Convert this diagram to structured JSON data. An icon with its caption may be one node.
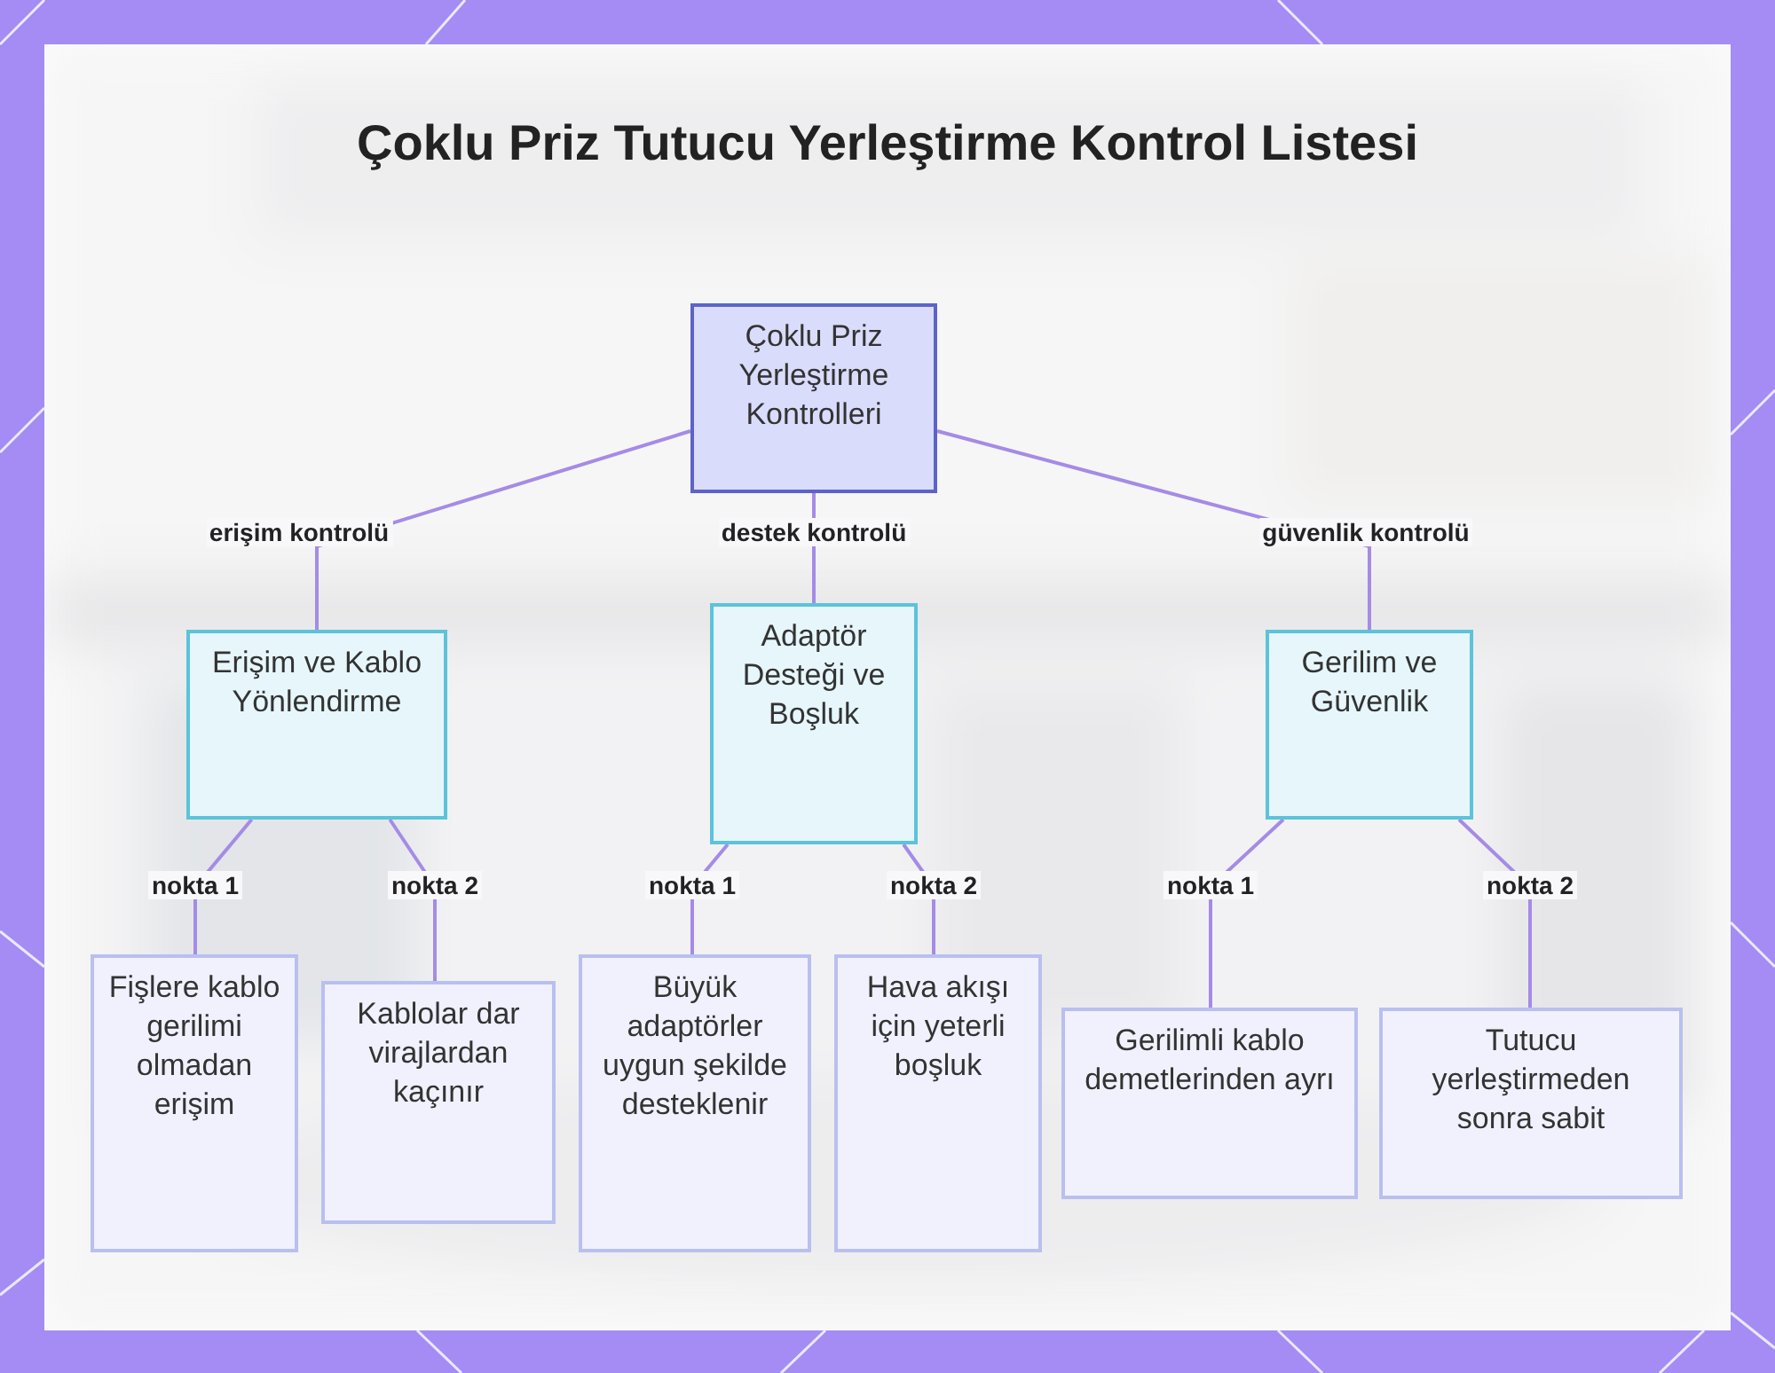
{
  "diagram": {
    "title": "Çoklu Priz Tutucu Yerleştirme Kontrol Listesi",
    "nodes": [
      {
        "text": [
          "Çoklu Priz Yerleştirme Kontrolleri"
        ]
      },
      {
        "text": [
          "Erişim ve Kablo Yönlendirme"
        ]
      },
      {
        "text": [
          "Adaptör Desteği ve Boşluk"
        ]
      },
      {
        "text": [
          "Gerilim ve Güvenlik"
        ]
      },
      {
        "text": [
          "Fişlere kablo gerilimi olmadan erişim"
        ]
      },
      {
        "text": [
          "Kablolar dar virajlardan kaçınır"
        ]
      },
      {
        "text": [
          "Büyük adaptörler uygun şekilde desteklenir"
        ]
      },
      {
        "text": [
          "Hava akışı için yeterli boşluk"
        ]
      },
      {
        "text": [
          "Gerilimli kablo demetlerinden ayrı"
        ]
      },
      {
        "text": [
          "Tutucu yerleştirmeden sonra sabit"
        ]
      }
    ],
    "edges": [
      {
        "from": 0,
        "to": 1,
        "arrow": "none",
        "label": "erişim kontrolü"
      },
      {
        "from": 0,
        "to": 2,
        "arrow": "none",
        "label": "destek kontrolü"
      },
      {
        "from": 0,
        "to": 3,
        "arrow": "none",
        "label": "güvenlik kontrolü"
      },
      {
        "from": 1,
        "to": 4,
        "arrow": "none",
        "label": "nokta 1"
      },
      {
        "from": 1,
        "to": 5,
        "arrow": "none",
        "label": "nokta 2"
      },
      {
        "from": 2,
        "to": 6,
        "arrow": "none",
        "label": "nokta 1"
      },
      {
        "from": 2,
        "to": 7,
        "arrow": "none",
        "label": "nokta 2"
      },
      {
        "from": 3,
        "to": 8,
        "arrow": "none",
        "label": "nokta 1"
      },
      {
        "from": 3,
        "to": 9,
        "arrow": "none",
        "label": "nokta 2"
      }
    ]
  }
}
